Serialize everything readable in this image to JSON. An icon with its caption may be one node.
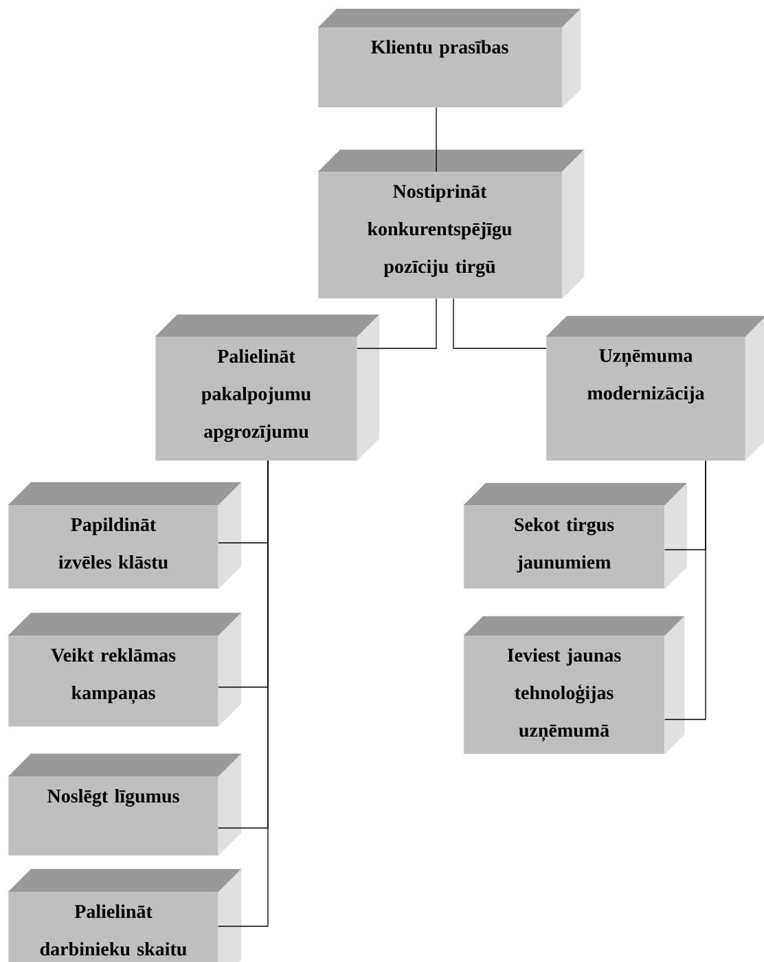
{
  "diagram": {
    "nodes": [
      {
        "text": [
          "Klientu prasības"
        ]
      },
      {
        "text": [
          "Nostiprināt konkurentspējīgu pozīciju tirgū"
        ]
      },
      {
        "text": [
          "Palielināt pakalpojumu apgrozījumu"
        ]
      },
      {
        "text": [
          "Uzņēmuma modernizācija"
        ]
      },
      {
        "text": [
          "Papildināt izvēles klāstu"
        ]
      },
      {
        "text": [
          "Veikt reklāmas kampaņas"
        ]
      },
      {
        "text": [
          "Noslēgt līgumus"
        ]
      },
      {
        "text": [
          "Palielināt darbinieku skaitu"
        ]
      },
      {
        "text": [
          "Sekot tirgus jaunumiem"
        ]
      },
      {
        "text": [
          "Ieviest jaunas tehnoloģijas uzņēmumā"
        ]
      }
    ],
    "edges": [
      {
        "from": 0,
        "to": 1,
        "arrow": "none"
      },
      {
        "from": 1,
        "to": 2,
        "arrow": "none"
      },
      {
        "from": 1,
        "to": 3,
        "arrow": "none"
      },
      {
        "from": 2,
        "to": 4,
        "arrow": "none"
      },
      {
        "from": 2,
        "to": 5,
        "arrow": "none"
      },
      {
        "from": 2,
        "to": 6,
        "arrow": "none"
      },
      {
        "from": 2,
        "to": 7,
        "arrow": "none"
      },
      {
        "from": 3,
        "to": 8,
        "arrow": "none"
      },
      {
        "from": 3,
        "to": 9,
        "arrow": "none"
      }
    ]
  }
}
